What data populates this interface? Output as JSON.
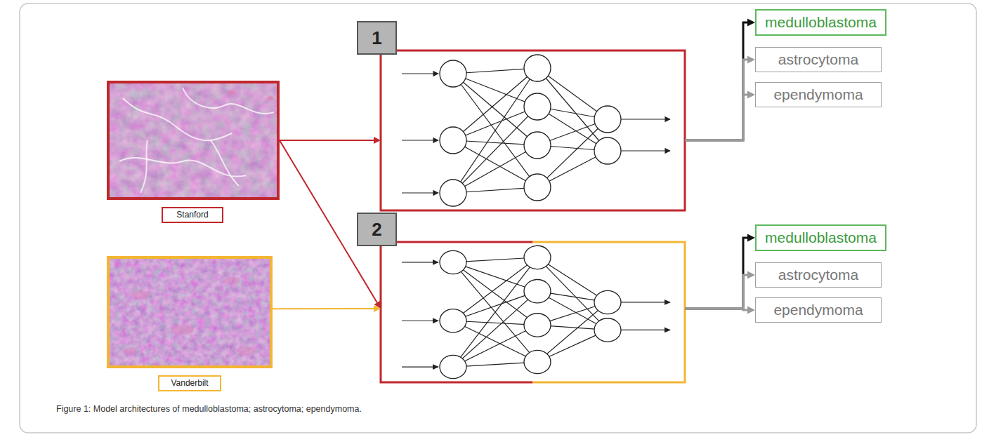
{
  "diagram": {
    "caption": "Figure 1: Model architectures of medulloblastoma; astrocytoma; ependymoma.",
    "nodes": [
      {
        "text": [
          "Stanford"
        ]
      },
      {
        "text": [
          "Vanderbilt"
        ]
      },
      {
        "text": [
          "1"
        ]
      },
      {
        "text": [
          "2"
        ]
      },
      {
        "text": [
          "medulloblastoma"
        ]
      },
      {
        "text": [
          "astrocytoma"
        ]
      },
      {
        "text": [
          "ependymoma"
        ]
      },
      {
        "text": [
          "medulloblastoma"
        ]
      },
      {
        "text": [
          "astrocytoma"
        ]
      },
      {
        "text": [
          "ependymoma"
        ]
      }
    ],
    "edges": [
      {
        "from": 0,
        "to": 2,
        "arrow": "to"
      },
      {
        "from": 0,
        "to": 3,
        "arrow": "to"
      },
      {
        "from": 1,
        "to": 3,
        "arrow": "to"
      },
      {
        "from": 2,
        "to": 4,
        "arrow": "to"
      },
      {
        "from": 2,
        "to": 5,
        "arrow": "to"
      },
      {
        "from": 2,
        "to": 6,
        "arrow": "to"
      },
      {
        "from": 3,
        "to": 7,
        "arrow": "to"
      },
      {
        "from": 3,
        "to": 8,
        "arrow": "to"
      },
      {
        "from": 3,
        "to": 9,
        "arrow": "to"
      }
    ]
  }
}
